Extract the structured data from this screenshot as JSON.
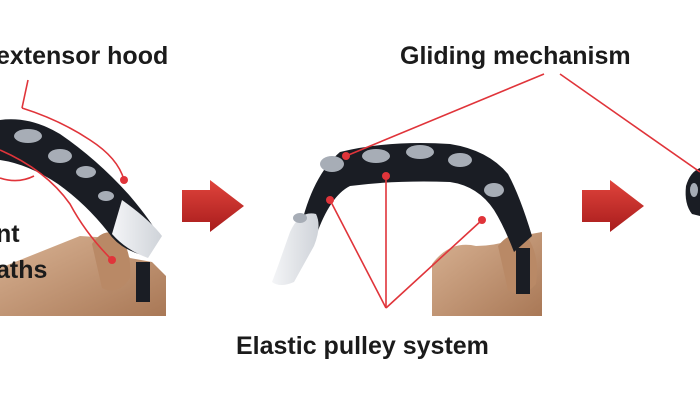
{
  "labels": {
    "extensor_hood": "extensor hood",
    "gliding_mechanism": "Gliding mechanism",
    "elastic_pulley": "Elastic pulley system",
    "ligament_fragment_1": "nt",
    "ligament_fragment_2": "aths"
  },
  "colors": {
    "annotation_line": "#e0343a",
    "arrow": "#c52626",
    "robot_frame": "#1a1d24",
    "robot_joint": "#a7adb6",
    "fingertip_cover": "#e9ebef",
    "skin": "#c79a78",
    "label_text": "#1b1b1b"
  },
  "icons": {
    "step_arrow": "arrow-right-icon",
    "marker": "red-dot-marker-icon"
  }
}
